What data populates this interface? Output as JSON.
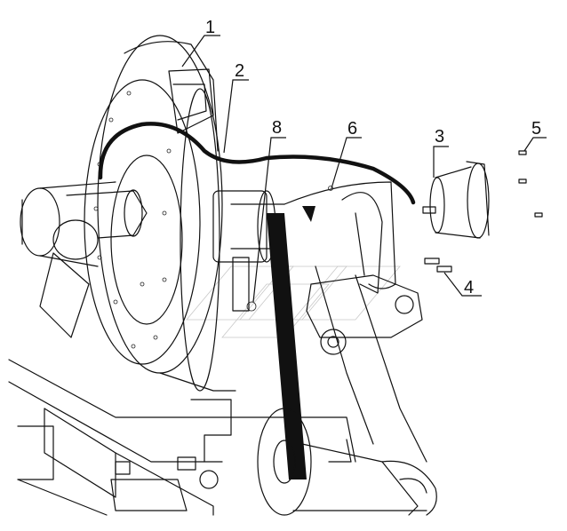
{
  "figure": {
    "description_free": true,
    "callouts": [
      {
        "id": "c1",
        "label": "1"
      },
      {
        "id": "c2",
        "label": "2"
      },
      {
        "id": "c3",
        "label": "3"
      },
      {
        "id": "c4",
        "label": "4"
      },
      {
        "id": "c5",
        "label": "5"
      },
      {
        "id": "c6",
        "label": "6"
      },
      {
        "id": "c8",
        "label": "8"
      }
    ]
  }
}
